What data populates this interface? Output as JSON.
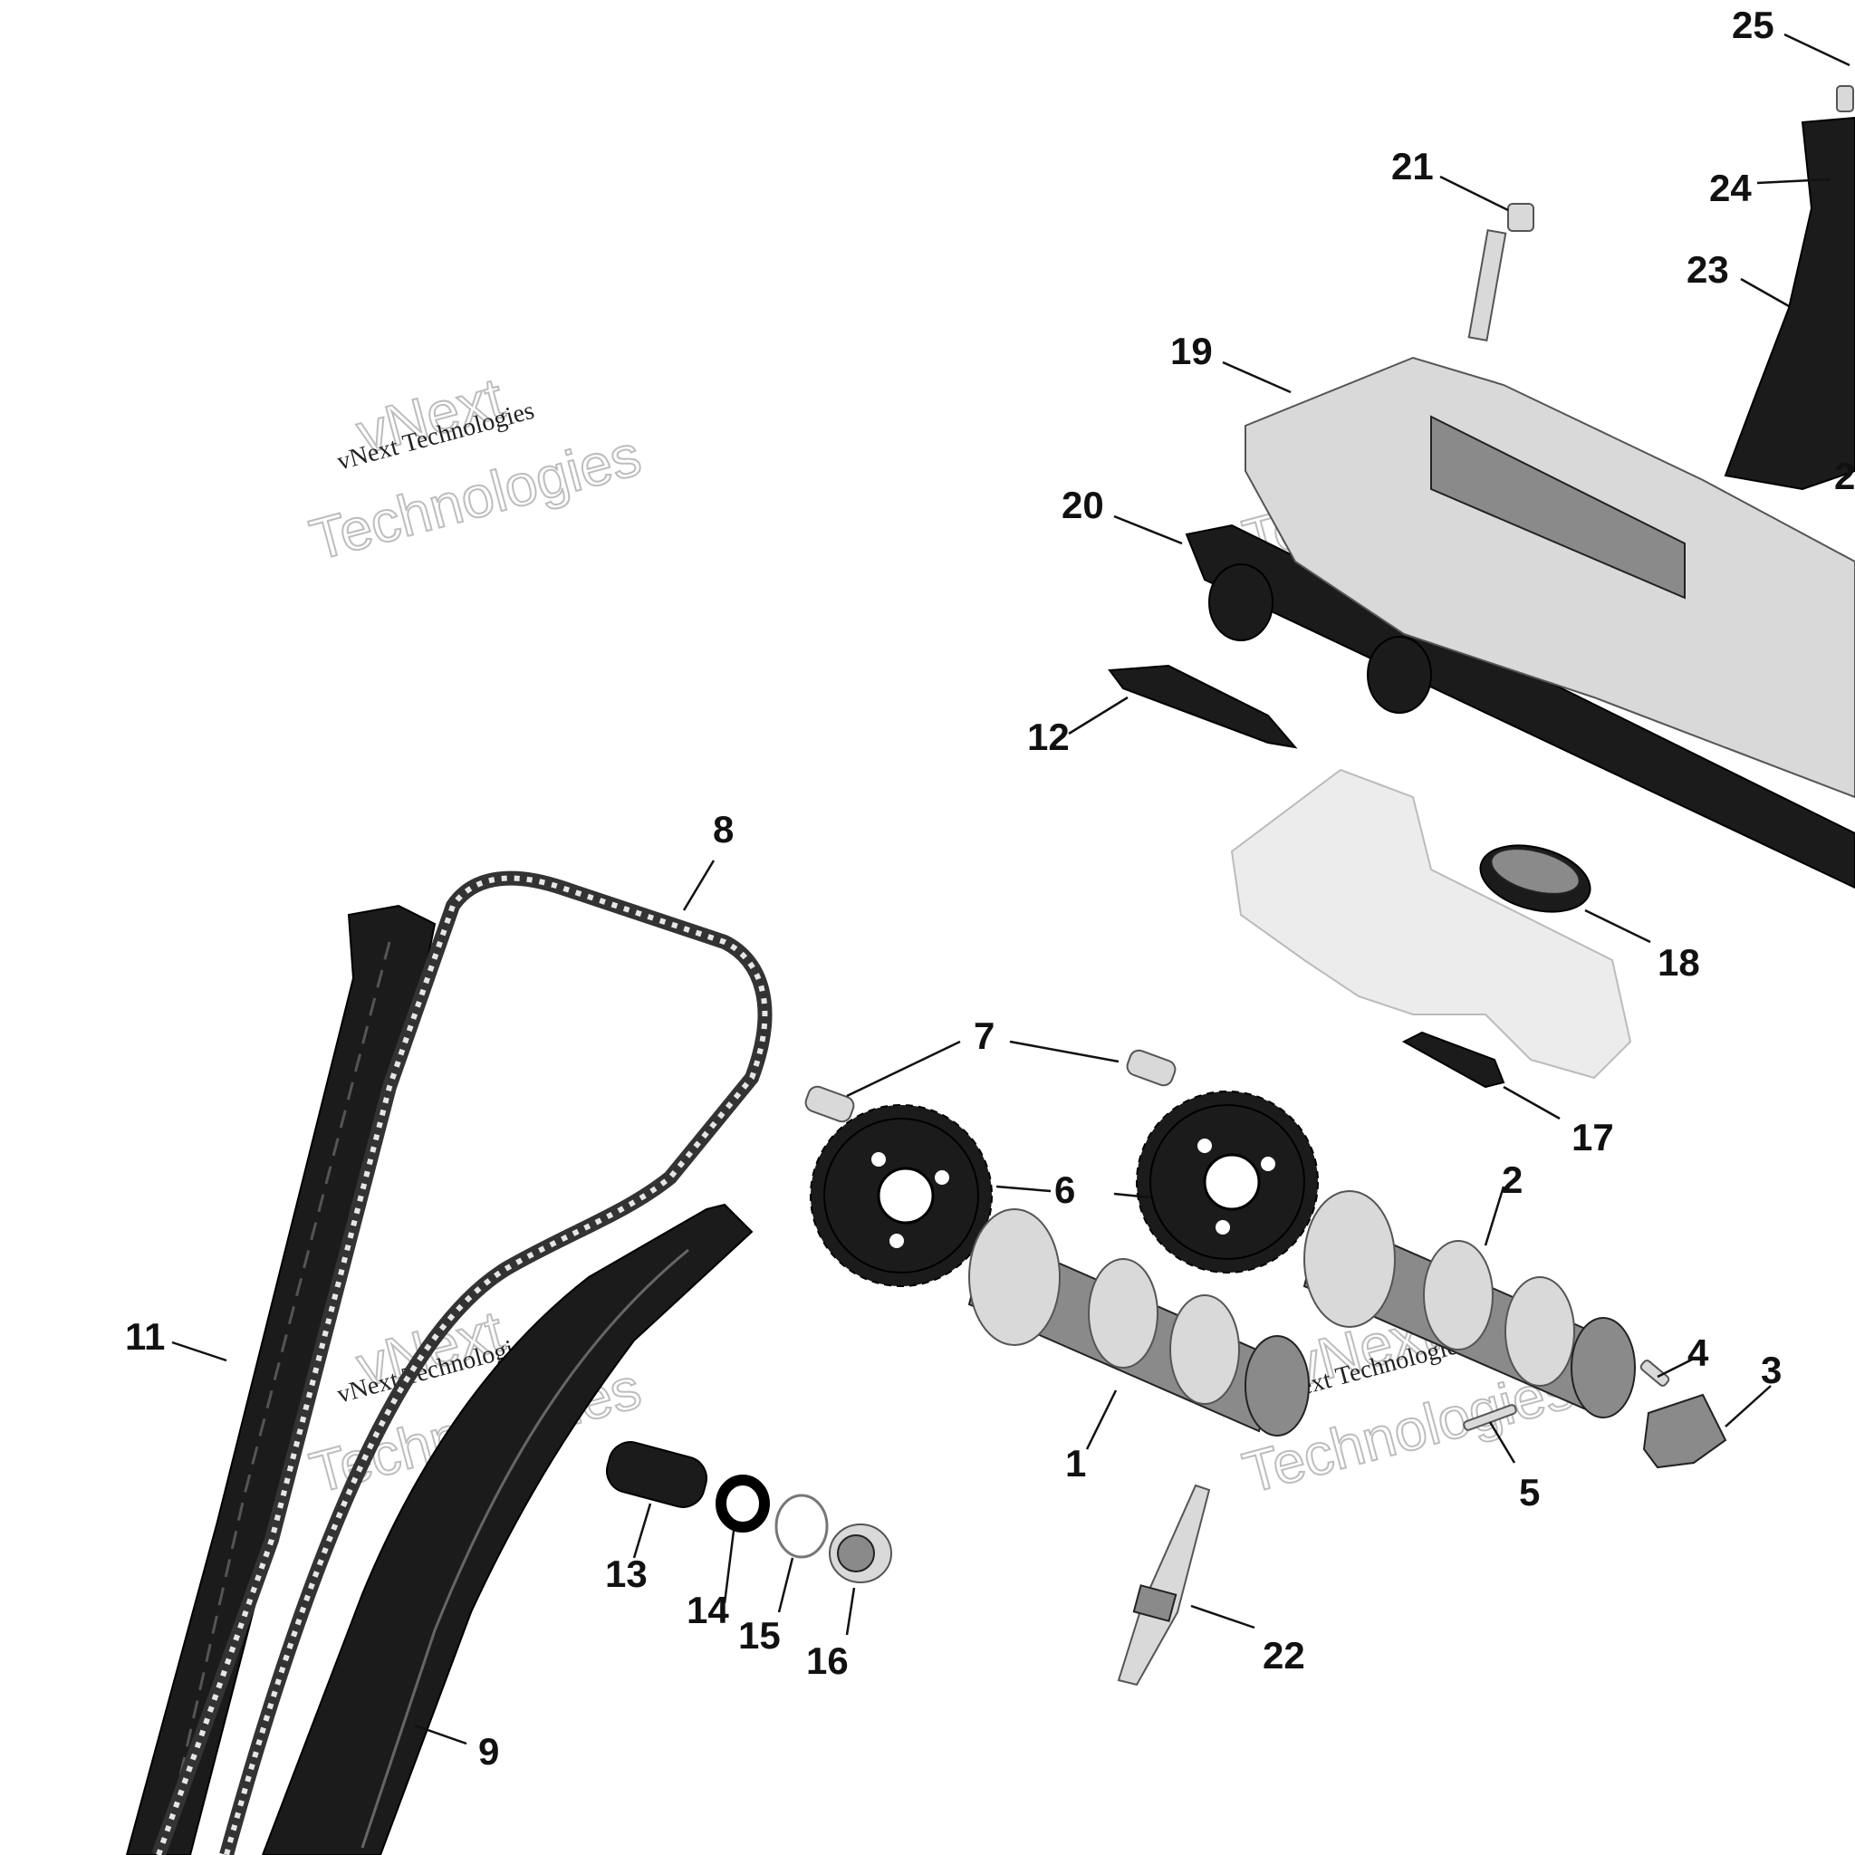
{
  "callouts": [
    "1",
    "2",
    "3",
    "4",
    "5",
    "6",
    "7",
    "8",
    "9",
    "11",
    "12",
    "13",
    "14",
    "15",
    "16",
    "17",
    "18",
    "19",
    "20",
    "21",
    "22",
    "23",
    "24",
    "25",
    "2"
  ],
  "watermark": {
    "brand": "vNext",
    "full": "vNext Technologies",
    "second_line": "Technologies"
  },
  "icons": {
    "camshaft": "camshaft-icon",
    "sprocket": "sprocket-icon",
    "chain": "timing-chain-icon",
    "guide": "chain-guide-icon"
  }
}
